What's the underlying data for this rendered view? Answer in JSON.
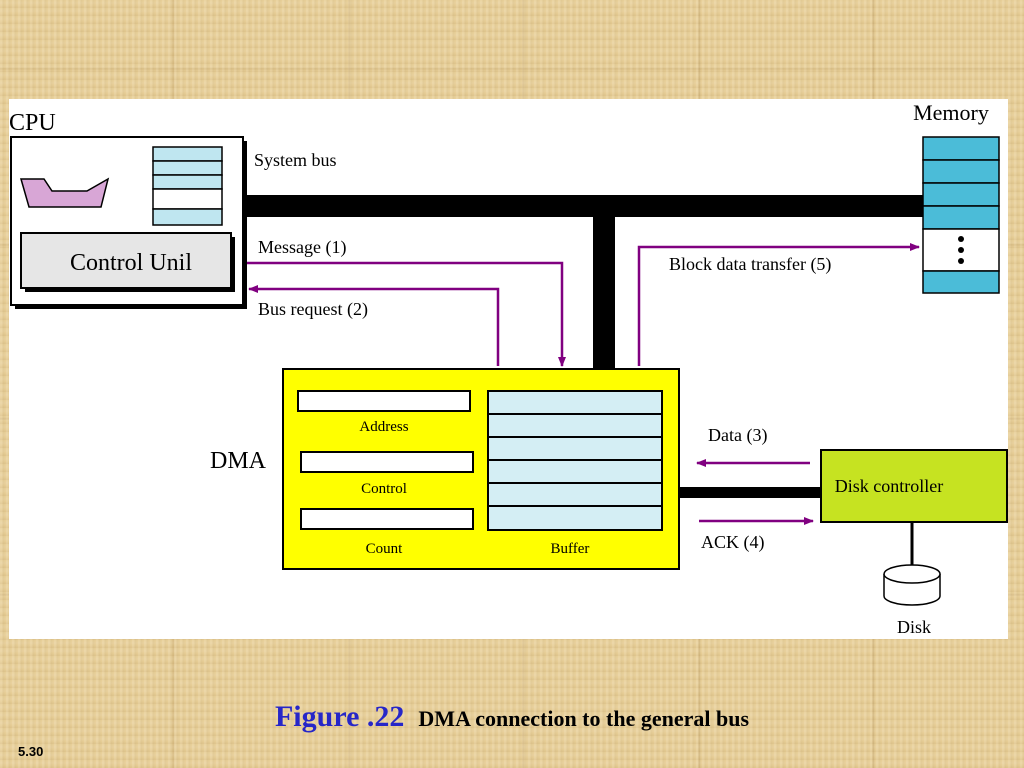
{
  "diagram": {
    "cpu_label": "CPU",
    "control_unit_label": "Control Unil",
    "memory_label": "Memory",
    "system_bus_label": "System bus",
    "message_label": "Message (1)",
    "bus_request_label": "Bus request (2)",
    "block_transfer_label": "Block data transfer (5)",
    "dma_label": "DMA",
    "address_label": "Address",
    "control_label": "Control",
    "count_label": "Count",
    "buffer_label": "Buffer",
    "data_label": "Data (3)",
    "ack_label": "ACK (4)",
    "disk_controller_label": "Disk controller",
    "disk_label": "Disk",
    "colors": {
      "dma_fill": "#ffff00",
      "disk_controller_fill": "#c6e321",
      "arrow": "#800080",
      "memory_cell": "#4bbcd8",
      "register_cell": "#bfe6f0",
      "alu_fill": "#d8a6d6"
    }
  },
  "caption": {
    "figure_label": "Figure .22",
    "text": "DMA connection to the general bus"
  },
  "slide_number": "5.30"
}
